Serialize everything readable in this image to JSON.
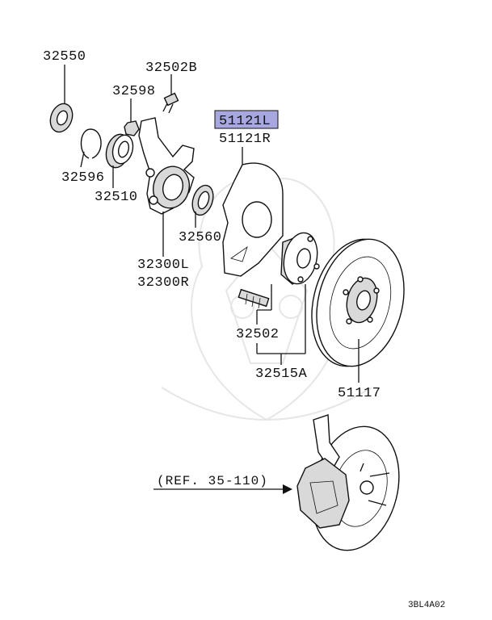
{
  "diagram": {
    "labels": {
      "p32550": "32550",
      "p32502B": "32502B",
      "p32598": "32598",
      "p51121L": "51121L",
      "p51121R": "51121R",
      "p32596": "32596",
      "p32510": "32510",
      "p32560": "32560",
      "p32300L": "32300L",
      "p32300R": "32300R",
      "p32502": "32502",
      "p32515A": "32515A",
      "p51117": "51117",
      "ref": "(REF. 35-110)",
      "code": "3BL4A02"
    },
    "highlight_color": "#a8a8e0"
  }
}
